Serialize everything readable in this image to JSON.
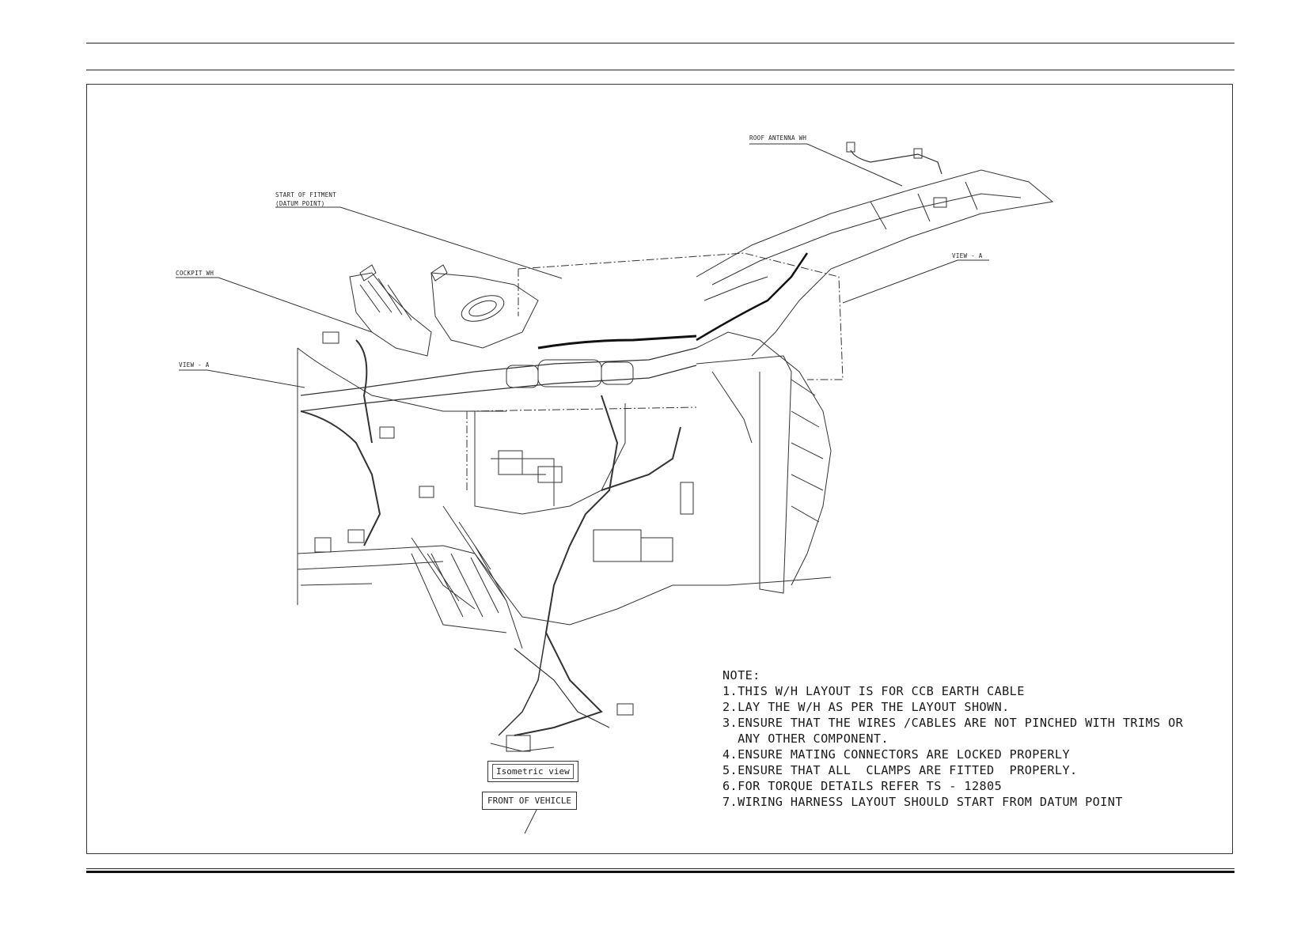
{
  "callouts": {
    "roof_antenna": "ROOF ANTENNA WH",
    "start_fitment_line1": "START OF FITMENT",
    "start_fitment_line2": "(DATUM POINT)",
    "cockpit": "COCKPIT WH",
    "view_a_left": "VIEW - A",
    "view_a_right": "VIEW - A"
  },
  "labels": {
    "isometric_view": "Isometric view",
    "front_of_vehicle": "FRONT OF VEHICLE"
  },
  "notes": {
    "heading": "NOTE:",
    "items": [
      "1.THIS W/H LAYOUT IS FOR CCB EARTH CABLE",
      "2.LAY THE W/H AS PER THE LAYOUT SHOWN.",
      "3.ENSURE THAT THE WIRES /CABLES ARE NOT PINCHED WITH TRIMS OR",
      "  ANY OTHER COMPONENT.",
      "4.ENSURE MATING CONNECTORS ARE LOCKED PROPERLY",
      "5.ENSURE THAT ALL  CLAMPS ARE FITTED  PROPERLY.",
      "6.FOR TORQUE DETAILS REFER TS - 12805",
      "7.WIRING HARNESS LAYOUT SHOULD START FROM DATUM POINT"
    ]
  }
}
